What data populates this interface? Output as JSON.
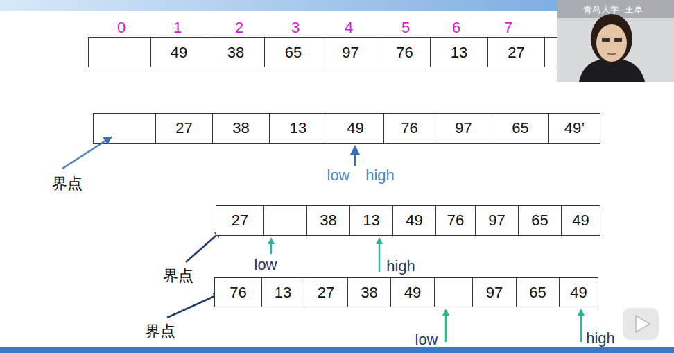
{
  "diagram": {
    "nodes": [
      {
        "text": [
          "49"
        ]
      },
      {
        "text": [
          "38"
        ]
      },
      {
        "text": [
          "65"
        ]
      },
      {
        "text": [
          "97"
        ]
      },
      {
        "text": [
          "76"
        ]
      },
      {
        "text": [
          "13"
        ]
      },
      {
        "text": [
          "27"
        ]
      },
      {
        "text": [
          "27"
        ]
      },
      {
        "text": [
          "38"
        ]
      },
      {
        "text": [
          "13"
        ]
      },
      {
        "text": [
          "49"
        ]
      },
      {
        "text": [
          "76"
        ]
      },
      {
        "text": [
          "97"
        ]
      },
      {
        "text": [
          "65"
        ]
      },
      {
        "text": [
          "49’"
        ]
      },
      {
        "text": [
          "27"
        ]
      },
      {
        "text": [
          "38"
        ]
      },
      {
        "text": [
          "13"
        ]
      },
      {
        "text": [
          "49"
        ]
      },
      {
        "text": [
          "76"
        ]
      },
      {
        "text": [
          "97"
        ]
      },
      {
        "text": [
          "65"
        ]
      },
      {
        "text": [
          "49"
        ]
      },
      {
        "text": [
          "76"
        ]
      },
      {
        "text": [
          "13"
        ]
      },
      {
        "text": [
          "27"
        ]
      },
      {
        "text": [
          "38"
        ]
      },
      {
        "text": [
          "49"
        ]
      },
      {
        "text": [
          "97"
        ]
      },
      {
        "text": [
          "65"
        ]
      },
      {
        "text": [
          "49"
        ]
      }
    ],
    "labels": [
      "0",
      "1",
      "2",
      "3",
      "4",
      "5",
      "6",
      "7",
      "青岛大学--王卓",
      "界点",
      "low",
      "high",
      "low",
      "high",
      "界点",
      "low",
      "high",
      "界点"
    ]
  }
}
